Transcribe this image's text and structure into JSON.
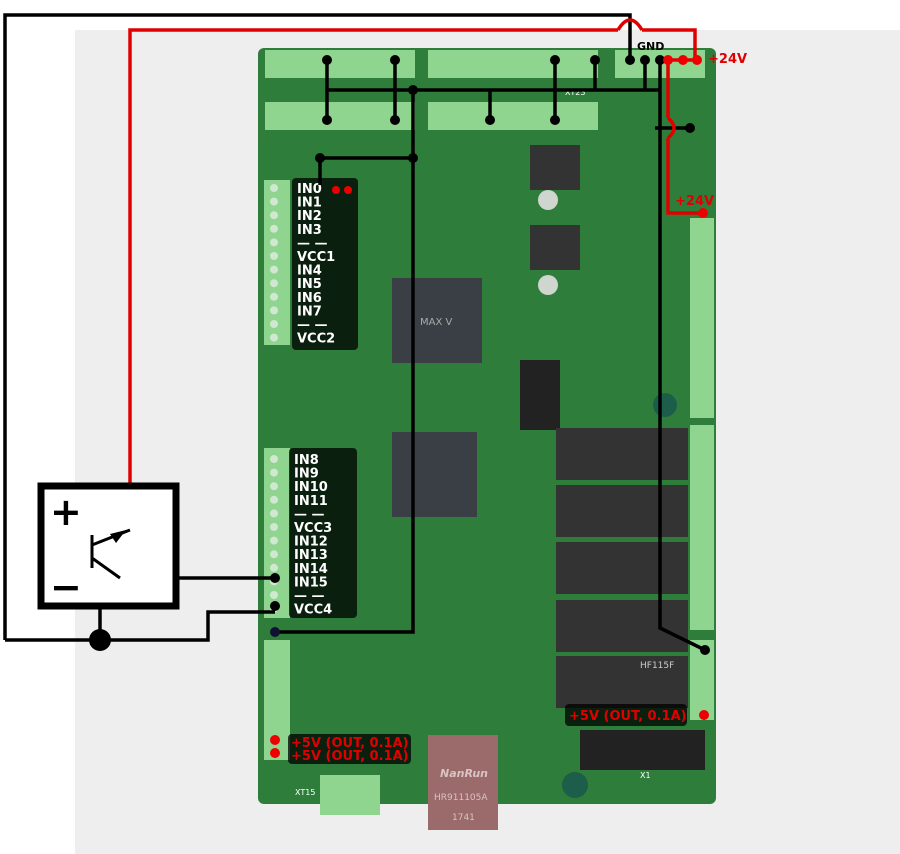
{
  "title": "Board wiring diagram: sensor to inputs",
  "labels": {
    "gnd": "GND",
    "p24_top": "+24V",
    "p24_side": "+24V",
    "out5v_a": "+5V (OUT, 0.1A)",
    "out5v_b": "+5V (OUT, 0.1A)",
    "out5v_c": "+5V (OUT, 0.1A)"
  },
  "inputs_group1": [
    "IN0",
    "IN1",
    "IN2",
    "IN3",
    "— —",
    "VCC1",
    "IN4",
    "IN5",
    "IN6",
    "IN7",
    "— —",
    "VCC2"
  ],
  "inputs_group2": [
    "IN8",
    "IN9",
    "IN10",
    "IN11",
    "— —",
    "VCC3",
    "IN12",
    "IN13",
    "IN14",
    "IN15",
    "— —",
    "VCC4"
  ],
  "board_markings": {
    "conn_top": "XT23",
    "conn_bottom": "XT15",
    "x1": "X1",
    "rj45_brand": "NanRun",
    "rj45_model": "HR911105A",
    "rj45_date": "1741",
    "cpld": "MAX V",
    "relay": "HF115F"
  },
  "sensor": {
    "plus": "+",
    "minus": "−"
  },
  "colors": {
    "wire_pos": "#e00000",
    "wire_neg": "#000000",
    "board": "#2f7d3a"
  }
}
